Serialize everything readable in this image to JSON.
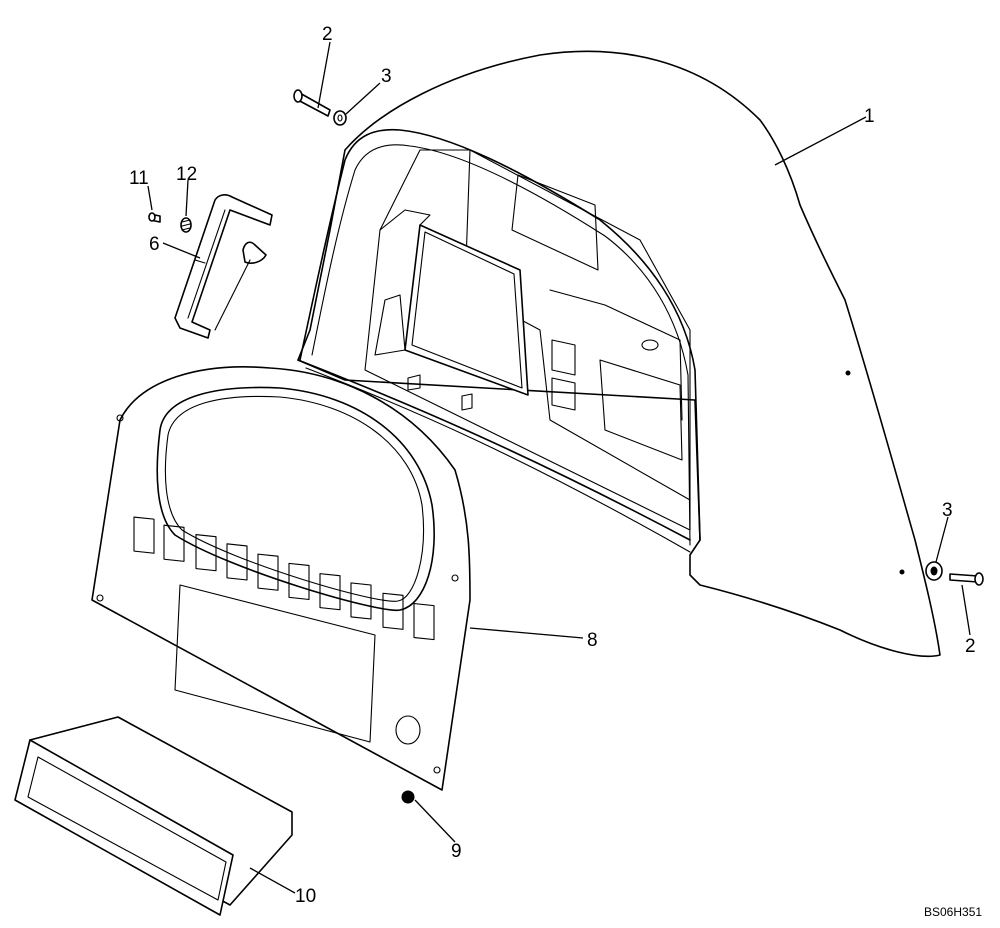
{
  "callouts": {
    "c1": "1",
    "c2_top": "2",
    "c3_top": "3",
    "c2_right": "2",
    "c3_right": "3",
    "c6": "6",
    "c8": "8",
    "c9": "9",
    "c10": "10",
    "c11": "11",
    "c12": "12"
  },
  "drawing_ref": "BS06H351"
}
